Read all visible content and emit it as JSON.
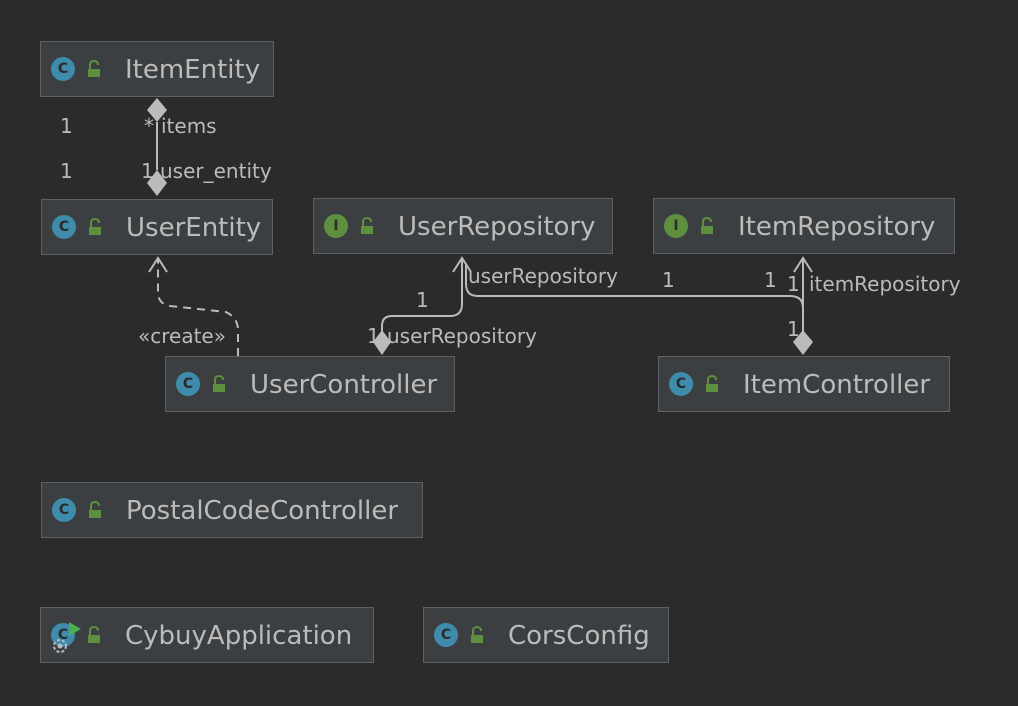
{
  "nodes": {
    "item_entity": {
      "name": "ItemEntity",
      "kind": "class",
      "kind_letter": "C"
    },
    "user_entity": {
      "name": "UserEntity",
      "kind": "class",
      "kind_letter": "C"
    },
    "user_repository": {
      "name": "UserRepository",
      "kind": "interface",
      "kind_letter": "I"
    },
    "item_repository": {
      "name": "ItemRepository",
      "kind": "interface",
      "kind_letter": "I"
    },
    "user_controller": {
      "name": "UserController",
      "kind": "class",
      "kind_letter": "C"
    },
    "item_controller": {
      "name": "ItemController",
      "kind": "class",
      "kind_letter": "C"
    },
    "postal_code_controller": {
      "name": "PostalCodeController",
      "kind": "class",
      "kind_letter": "C"
    },
    "cybuy_application": {
      "name": "CybuyApplication",
      "kind": "spring-boot-application",
      "kind_letter": "C"
    },
    "cors_config": {
      "name": "CorsConfig",
      "kind": "class",
      "kind_letter": "C"
    }
  },
  "edges": {
    "user_item": {
      "type": "composition",
      "from": "UserEntity",
      "to": "ItemEntity",
      "items_role": "items",
      "items_multiplicity": "*",
      "items_outer_multiplicity": "1",
      "user_role": "user_entity",
      "user_multiplicity": "1",
      "user_outer_multiplicity": "1"
    },
    "create": {
      "type": "dependency",
      "from": "UserController",
      "to": "UserEntity",
      "label": "«create»"
    },
    "user_repo": {
      "type": "aggregation",
      "from": "UserController",
      "to": "UserRepository",
      "role": "userRepository",
      "multiplicity_near": "1",
      "multiplicity_far": "1"
    },
    "item_user_repo": {
      "type": "aggregation",
      "from": "ItemController",
      "to": "UserRepository",
      "role": "userRepository",
      "multiplicity_near": "1",
      "multiplicity_far": "1"
    },
    "item_repo": {
      "type": "aggregation",
      "from": "ItemController",
      "to": "ItemRepository",
      "role": "itemRepository",
      "multiplicity_near": "1",
      "multiplicity_far": "1"
    }
  },
  "colors": {
    "background": "#2b2b2b",
    "node_fill": "#3c3f41",
    "node_border": "#5e6266",
    "text": "#bbbbbb",
    "class_badge": "#3f8bab",
    "interface_badge": "#5e8f3f",
    "lock": "#5e8f3f",
    "edge": "#bbbbbb"
  },
  "icons": {
    "visibility": "open-lock-icon",
    "class": "class-badge-icon",
    "interface": "interface-badge-icon",
    "application": "spring-boot-run-icon"
  }
}
